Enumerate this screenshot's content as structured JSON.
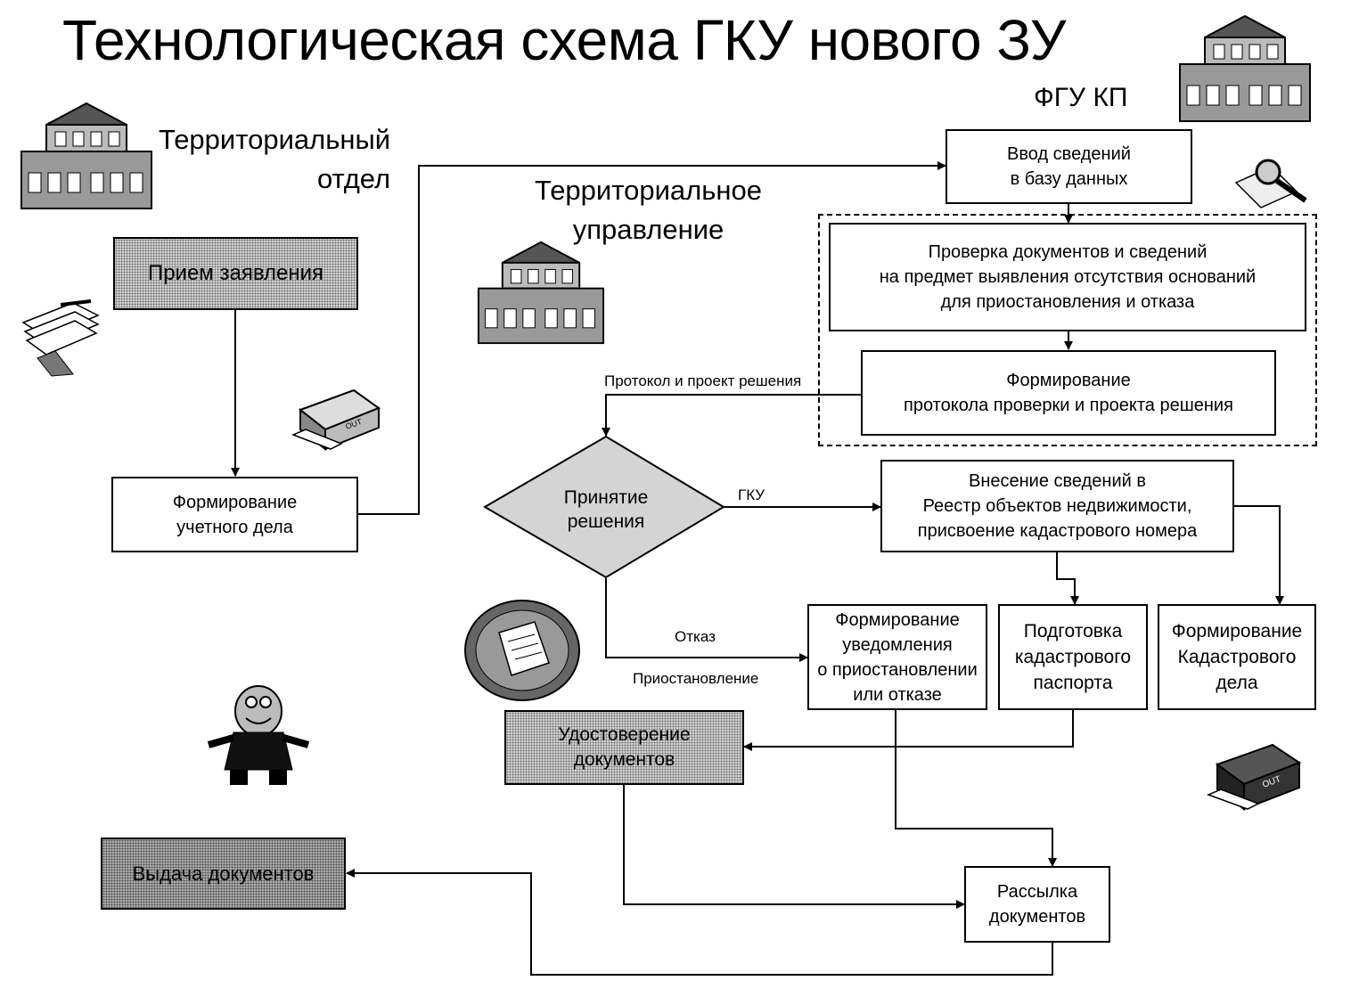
{
  "title": "Технологическая схема ГКУ нового ЗУ",
  "orgs": {
    "fgu": "ФГУ КП",
    "territorial_department": "Территориальный\nотдел",
    "territorial_administration": "Территориальное\nуправление"
  },
  "boxes": {
    "receive_application": "Прием заявления",
    "form_account_case": "Формирование\nучетного дела",
    "enter_data": "Ввод сведений\nв базу данных",
    "check_documents": "Проверка документов и сведений\nна предмет выявления отсутствия оснований\nдля приостановления и отказа",
    "form_protocol": "Формирование\nпротокола проверки и проекта решения",
    "registry_entry": "Внесение сведений в\nРеестр объектов недвижимости,\nприсвоение кадастрового номера",
    "form_notice": "Формирование\nуведомления\nо приостановлении\nили отказе",
    "prepare_passport": "Подготовка\nкадастрового\nпаспорта",
    "form_cadastral_case": "Формирование\nКадастрового\nдела",
    "certify_documents": "Удостоверение\nдокументов",
    "issue_documents": "Выдача документов",
    "mail_documents": "Рассылка\nдокументов"
  },
  "decision": "Принятие\nрешения",
  "edge_labels": {
    "protocol_and_draft": "Протокол и проект решения",
    "gku": "ГКУ",
    "refusal": "Отказ",
    "suspension": "Приостановление"
  },
  "icons": [
    "building-icon",
    "magnifier-icon",
    "document-stack-icon",
    "printer-icon",
    "certificate-seal-icon",
    "person-icon"
  ]
}
